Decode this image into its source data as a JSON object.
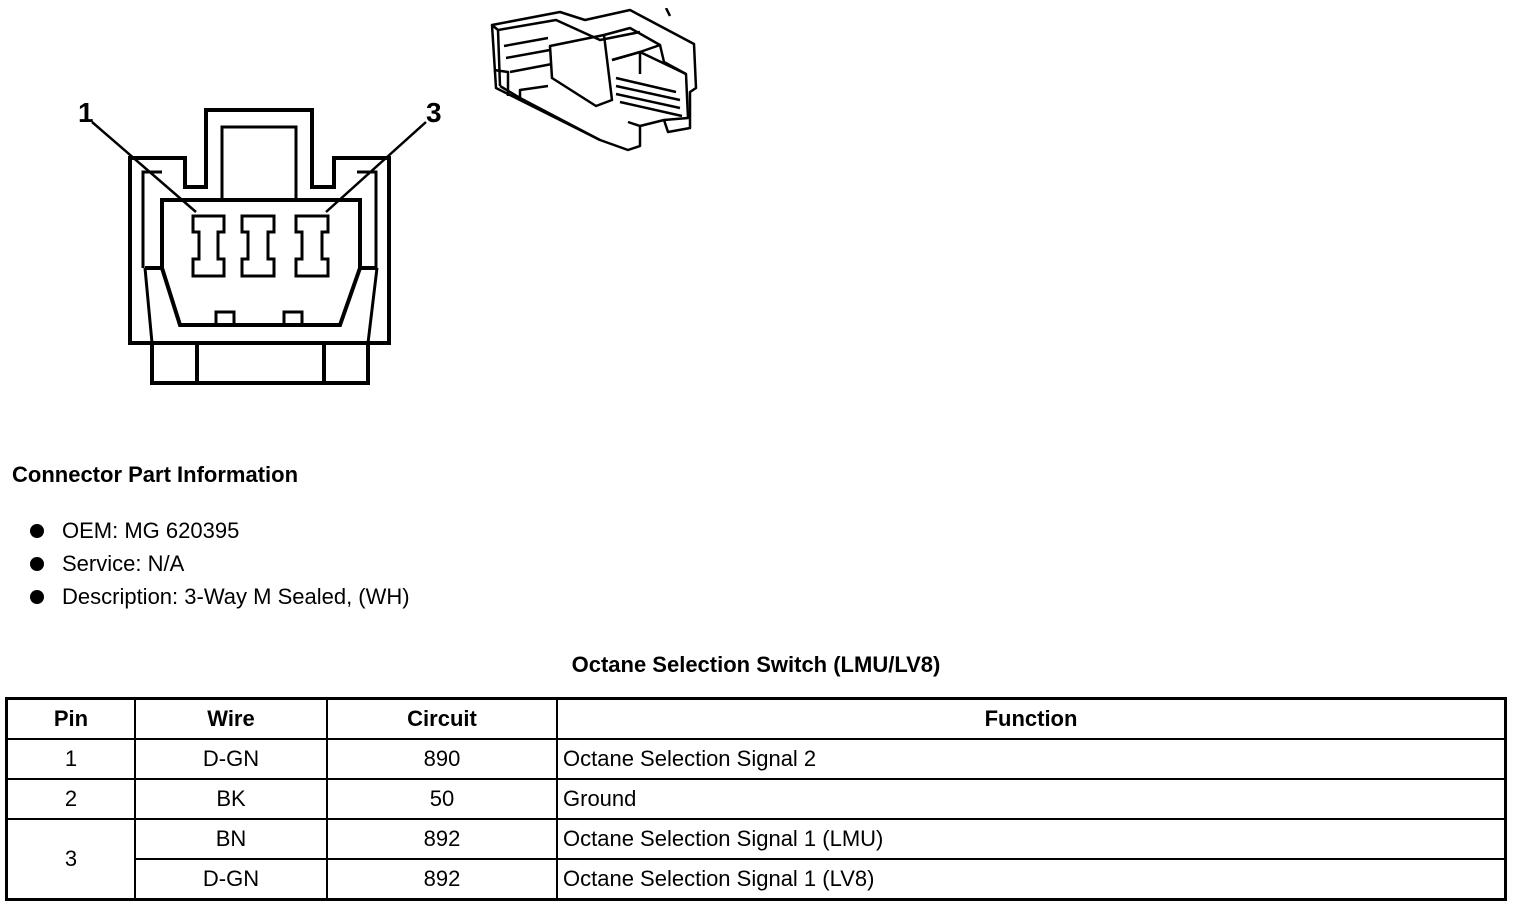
{
  "diagram": {
    "pin_labels": [
      "1",
      "3"
    ]
  },
  "connector_info": {
    "heading": "Connector Part Information",
    "items": [
      "OEM: MG 620395",
      "Service: N/A",
      "Description: 3-Way M Sealed, (WH)"
    ]
  },
  "table": {
    "title": "Octane Selection Switch (LMU/LV8)",
    "headers": [
      "Pin",
      "Wire",
      "Circuit",
      "Function"
    ],
    "rows": [
      {
        "pin": "1",
        "wire": "D-GN",
        "circuit": "890",
        "function": "Octane Selection Signal 2"
      },
      {
        "pin": "2",
        "wire": "BK",
        "circuit": "50",
        "function": "Ground"
      },
      {
        "pin": "3",
        "wire": "BN",
        "circuit": "892",
        "function": "Octane Selection Signal 1 (LMU)"
      },
      {
        "pin": "",
        "wire": "D-GN",
        "circuit": "892",
        "function": "Octane Selection Signal 1 (LV8)"
      }
    ]
  }
}
